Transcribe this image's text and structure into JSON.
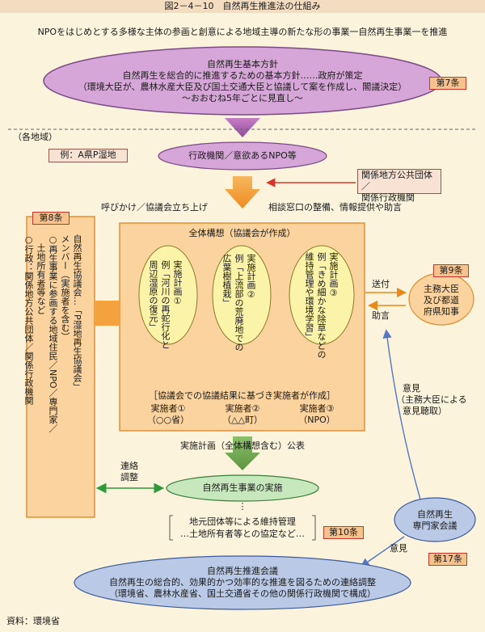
{
  "title": "図2－4－10　自然再生推進法の仕組み",
  "intro": "NPOをはじめとする多様な主体の参画と創意による地域主導の新たな形の事業一自然再生事業一を推進",
  "basic_policy": {
    "title": "自然再生基本方針",
    "line1": "自然再生を総合的に推進するための基本方針……政府が策定",
    "line2": "（環境大臣が、農林水産大臣及び国土交通大臣と協議して案を作成し、閣議決定）",
    "line3": "～おおむね5年ごとに見直し～",
    "article": "第7条"
  },
  "region_label": "（各地域）",
  "example_box": "例：A県P湿地",
  "admin_npo": "行政機関／意欲あるNPO等",
  "related": {
    "line1": "関係地方公共団体／",
    "line2": "関係行政機関"
  },
  "call_label": "呼びかけ／協議会立ち上げ",
  "support_label": "相談窓口の整備、情報提供や助言",
  "council": {
    "article": "第8条",
    "col1": "自然再生協議会…「P湿地再生協議会」",
    "col2": "メンバー（実施者を含む）",
    "col3": "○再生事業に参画する地域住民／NPO／専門家／",
    "col4": "　土地所有者等など",
    "col5": "○行政：関係地方公共団体／関係行政機関"
  },
  "overall": {
    "title": "全体構想（協議会が作成）",
    "plans": [
      {
        "col1": "実施計画①",
        "col2": "例「河川の再蛇行化と",
        "col3": "周辺湿原の復元」"
      },
      {
        "col1": "実施計画②",
        "col2": "例「上流部の荒廃地での",
        "col3": "広葉樹植栽」"
      },
      {
        "col1": "実施計画③",
        "col2": "例「きめ細かな除草などの",
        "col3": "維持管理や環境学習」"
      }
    ],
    "note": "［協議会での協議結果に基づき実施者が作成］",
    "implementers": [
      {
        "name": "実施者①",
        "org": "（○○省）"
      },
      {
        "name": "実施者②",
        "org": "（△△町）"
      },
      {
        "name": "実施者③",
        "org": "（NPO）"
      }
    ]
  },
  "send_label": "送付",
  "advice_label": "助言",
  "minister": {
    "article": "第9条",
    "line1": "主務大臣",
    "line2": "及び都道",
    "line3": "府県知事"
  },
  "opinion_side": {
    "line1": "意見",
    "line2": "（主務大臣による",
    "line3": "意見聴取）"
  },
  "publish_label": "実施計画（全体構想含む）公表",
  "coordination": {
    "line1": "連絡",
    "line2": "調整"
  },
  "project": "自然再生事業の実施",
  "dots": "⋮",
  "maintenance": {
    "line1": "地元団体等による維持管理",
    "line2": "…土地所有者等との協定など…"
  },
  "article10": "第10条",
  "expert": {
    "line1": "自然再生",
    "line2": "専門家会議"
  },
  "opinion_bottom": "意見",
  "article17": "第17条",
  "promotion": {
    "title": "自然再生推進会議",
    "line1": "自然再生の総合的、効果的かつ効率的な推進を図るための連絡調整",
    "line2": "（環境省、農林水産省、国土交通省その他の関係行政機関で構成）"
  },
  "source": "資料：環境省",
  "colors": {
    "background": "#fbf3dc",
    "purple": "#d7a6d8",
    "green": "#c7e7bd",
    "yellow": "#fbf3a8",
    "orange": "#f3a23e",
    "pink_tag": "#f6c38e",
    "blue": "#b9c9e6"
  }
}
